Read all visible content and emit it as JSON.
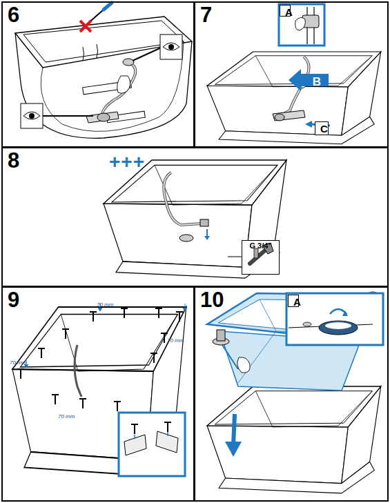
{
  "diagram": {
    "nodes": [
      {
        "text": [
          "6"
        ]
      },
      {
        "text": [
          "7"
        ]
      },
      {
        "text": [
          "A"
        ],
        "in": 1
      },
      {
        "text": [
          "B"
        ],
        "in": 1
      },
      {
        "text": [
          "C"
        ],
        "in": 1
      },
      {
        "text": [
          "8"
        ]
      },
      {
        "text": [
          "G 3/4\""
        ],
        "in": 5
      },
      {
        "text": [
          "9"
        ]
      },
      {
        "text": [
          "10"
        ]
      },
      {
        "text": [
          "A"
        ],
        "in": 8
      }
    ],
    "labels": [
      "+++",
      "70 mm",
      "70 mm",
      "70 mm",
      "70 mm"
    ]
  }
}
